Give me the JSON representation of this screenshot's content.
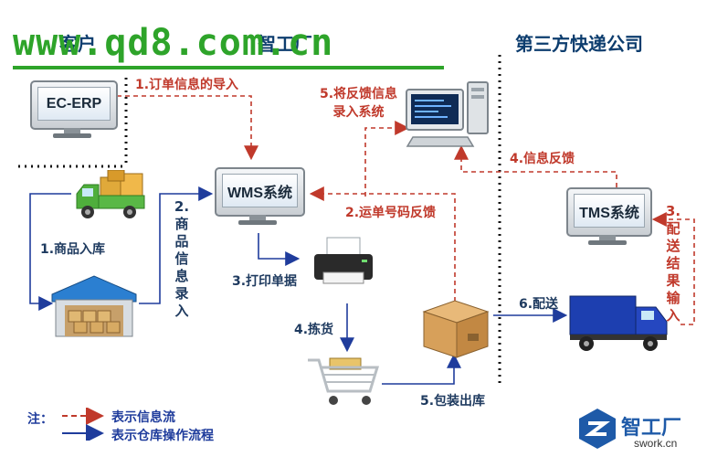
{
  "watermark": "www.qd8.com.cn",
  "headers": {
    "customer": "客户",
    "factory": "智工厂",
    "express": "第三方快递公司"
  },
  "systems": {
    "ecerp": "EC-ERP",
    "wms": "WMS系统",
    "tms": "TMS系统"
  },
  "steps": {
    "s1_order": "1.订单信息的导入",
    "s1_goods": "1.商品入库",
    "s2_info_entry": "2.商品信息录入",
    "s2_waybill": "2.运单号码反馈",
    "s3_print": "3.打印单据",
    "s3_result": "3.配送结果输入",
    "s4_pick": "4.拣货",
    "s4_feedback": "4.信息反馈",
    "s5_pack": "5.包装出库",
    "s5_entry_line1": "5.将反馈信息",
    "s5_entry_line2": "录入系统",
    "s6_deliver": "6.配送"
  },
  "legend": {
    "title": "注：",
    "info_flow": "表示信息流",
    "warehouse_flow": "表示仓库操作流程"
  },
  "logo": {
    "name": "智工厂",
    "url": "swork.cn"
  },
  "colors": {
    "info_flow": "#c0392b",
    "warehouse_flow": "#1f3c9c",
    "watermark": "#2ea42a"
  }
}
